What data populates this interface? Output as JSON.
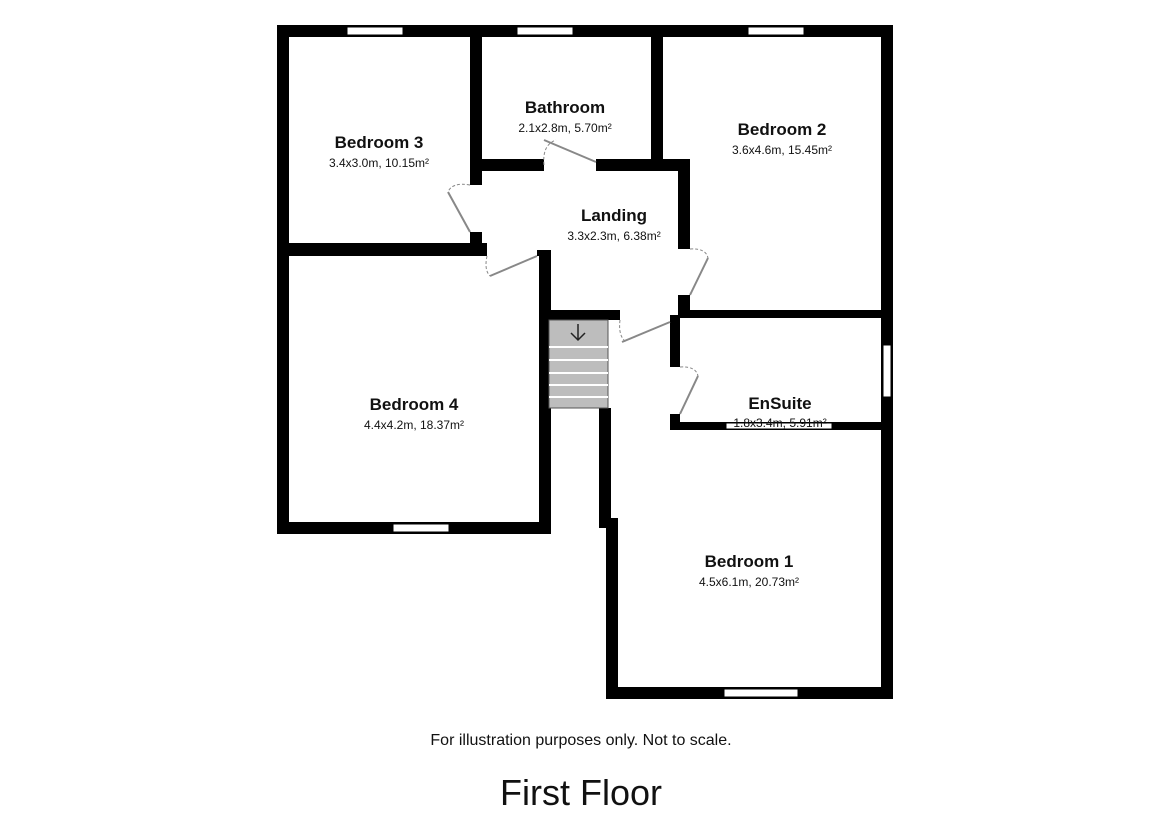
{
  "rooms": {
    "bedroom3": {
      "name": "Bedroom 3",
      "dims": "3.4x3.0m, 10.15m²"
    },
    "bathroom": {
      "name": "Bathroom",
      "dims": "2.1x2.8m, 5.70m²"
    },
    "bedroom2": {
      "name": "Bedroom 2",
      "dims": "3.6x4.6m, 15.45m²"
    },
    "landing": {
      "name": "Landing",
      "dims": "3.3x2.3m, 6.38m²"
    },
    "bedroom4": {
      "name": "Bedroom 4",
      "dims": "4.4x4.2m, 18.37m²"
    },
    "ensuite": {
      "name": "EnSuite",
      "dims": "1.8x3.4m, 5.91m²"
    },
    "bedroom1": {
      "name": "Bedroom 1",
      "dims": "4.5x6.1m, 20.73m²"
    }
  },
  "disclaimer": "For illustration purposes only. Not to scale.",
  "floor_title": "First Floor",
  "stair_direction_icon": "arrow-down-icon"
}
